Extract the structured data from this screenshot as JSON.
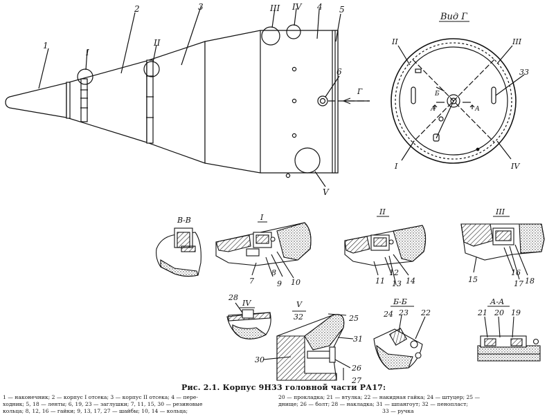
{
  "view_title": "Вид Г",
  "arrow_label": "Г",
  "main_labels": [
    "1",
    "2",
    "3",
    "4",
    "5",
    "6",
    "I",
    "II",
    "III",
    "IV",
    "V"
  ],
  "view_labels": [
    "II",
    "III",
    "33",
    "Б",
    "А",
    "А",
    "I",
    "IV"
  ],
  "detail_titles": [
    "В-В",
    "I",
    "II",
    "III",
    "IV",
    "V",
    "Б-Б",
    "А-А"
  ],
  "detail_numbers": {
    "I": [
      "7",
      "8",
      "9",
      "10"
    ],
    "II": [
      "11",
      "12",
      "13",
      "14"
    ],
    "III": [
      "15",
      "16",
      "17",
      "18"
    ],
    "IV": [
      "28"
    ],
    "V": [
      "32",
      "25",
      "31",
      "30",
      "26",
      "27"
    ],
    "BB": [
      "24",
      "23",
      "22"
    ],
    "AA": [
      "21",
      "20",
      "19"
    ]
  },
  "caption": {
    "title": "Рис. 2.1. Корпус 9Н33 головной части РА17:",
    "legend_left": [
      "1 — наконечник; 2 — корпус I отсека; 3 — корпус II отсека; 4 — пере-",
      "ходник; 5, 18 — ленты; 6, 19, 23 — заглушки; 7, 11, 15, 30 — резиновые",
      "кольца; 8, 12, 16 — гайки; 9, 13, 17, 27 — шайбы; 10, 14 — кольца;"
    ],
    "legend_right": [
      "20 — прокладка; 21 — втулка; 22 — накидная гайка; 24 — штуцер; 25 —",
      "днище; 26 — болт; 28 — накладка; 31 — шпангоут; 32 — пенопласт;",
      "33 — ручка"
    ]
  }
}
